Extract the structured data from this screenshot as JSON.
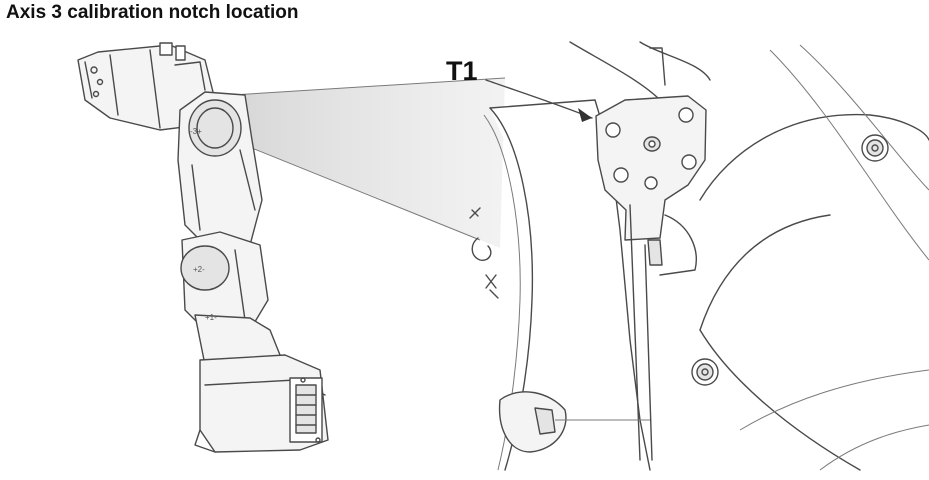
{
  "title": "Axis 3 calibration notch location",
  "callout_label": "T1",
  "robot_labels": {
    "axis3": "-3+",
    "axis2": "+2-",
    "axis1": "+1-"
  }
}
